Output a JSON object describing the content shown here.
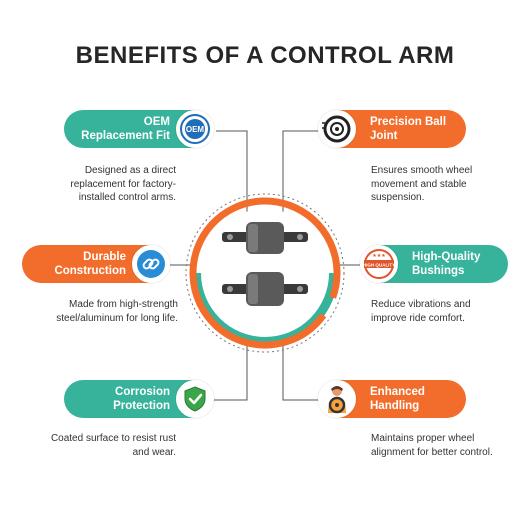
{
  "title": "BENEFITS OF A CONTROL ARM",
  "colors": {
    "teal": "#36b39a",
    "orange": "#f26d2b",
    "text": "#262626"
  },
  "benefits": [
    {
      "title": "OEM\nReplacement Fit",
      "icon": "oem-seal-icon",
      "icon_text": "OEM",
      "description": "Designed as a direct\nreplacement for factory-\ninstalled control arms."
    },
    {
      "title": "Precision Ball\nJoint",
      "icon": "bearing-icon",
      "description": "Ensures smooth wheel\nmovement and stable\nsuspension."
    },
    {
      "title": "Durable\nConstruction",
      "icon": "chain-link-icon",
      "description": "Made from high-strength\nsteel/aluminum for long life."
    },
    {
      "title": "High-Quality\nBushings",
      "icon": "quality-stamp-icon",
      "icon_text": "HIGH QUALITY",
      "description": "Reduce vibrations and\nimprove ride comfort."
    },
    {
      "title": "Corrosion\nProtection",
      "icon": "shield-check-icon",
      "description": "Coated surface to resist rust\nand wear."
    },
    {
      "title": "Enhanced\nHandling",
      "icon": "driver-steering-wheel-icon",
      "description": "Maintains proper wheel\nalignment for better control."
    }
  ]
}
